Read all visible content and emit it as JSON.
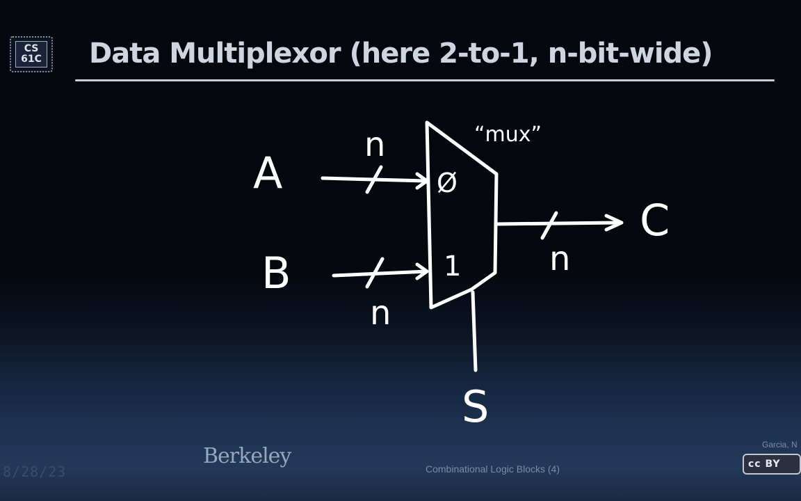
{
  "slide": {
    "title": "Data Multiplexor (here 2-to-1, n-bit-wide)",
    "logo_line1": "CS",
    "logo_line2": "61C"
  },
  "diagram": {
    "component_label": "“mux”",
    "input_a_label": "A",
    "input_b_label": "B",
    "output_label": "C",
    "select_label": "S",
    "input_a_width": "n",
    "input_b_width": "n",
    "output_width": "n",
    "port_0_label": "Ø",
    "port_1_label": "1"
  },
  "footer": {
    "left_text": "8/28/23",
    "institution": "Berkeley",
    "center_text": "Combinational Logic Blocks (4)",
    "right_text": "Garcia, N",
    "badge_text": "cc BY"
  }
}
